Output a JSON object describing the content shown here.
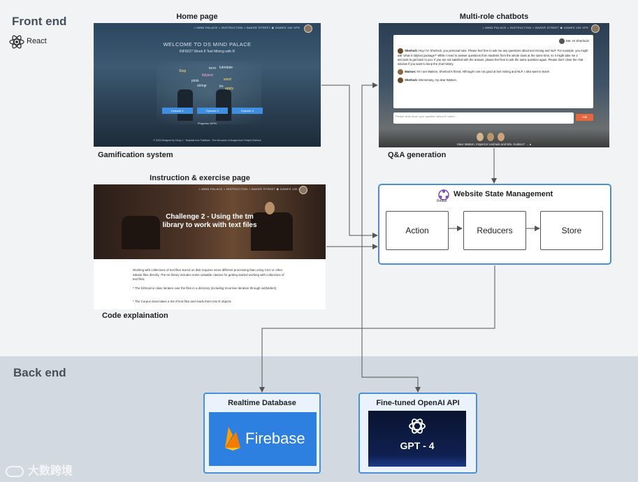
{
  "front": {
    "title": "Front end",
    "framework": "React"
  },
  "back": {
    "title": "Back end"
  },
  "home": {
    "caption": "Home page",
    "sublabel": "Gamification system",
    "nav": "⌂ MIND PALACE   ⌂ INSTRUCTION   ⌂ BAKER STREET     ◉ GAMES   100 XPS",
    "welcome": "WELCOME TO DS MIND PALACE",
    "subtitle": "INF6027 Week 8 Text Mining with R",
    "words": [
      "Stop",
      "term",
      "lubridate",
      "tidytext",
      "plots",
      "word",
      "stringr",
      "tm",
      "apply"
    ],
    "buttons": [
      "Episode 1",
      "Episode 2",
      "Episode 3"
    ],
    "progress": "Progress 100%",
    "footer": "© 2023 Designed by Group 1 · Template from Fabrikam · The full source of images from Freepik Sherlock"
  },
  "chat": {
    "caption": "Multi-role chatbots",
    "sublabel": "Q&A generation",
    "nav": "⌂ MIND PALACE   ⌂ INSTRUCTION   ⌂ BAKER STREET      ◉ GAMES   100 XPS",
    "me": "Me: Hi Sherlock!",
    "sherlock1_name": "Sherlock:",
    "sherlock1": "Hey! I'm Sherlock, you personal tutor. Please feel free to ask me any questions about text mining and NLP. For example, you might ask 'what is tidytext package?' While I need to answer questions from students from the whole class at the same time, so it might take me 2 seconds to get back to you. If you are not satisfied with the answer, please feel free to ask the same question again. Please don't close the chat window if you want to keep the chat history.",
    "watson_name": "Watson:",
    "watson": "Hi! I am Watson, Sherlock's friend. Although I am not good at text mining and NLP, I also want to learn!",
    "sherlock2_name": "Sherlock:",
    "sherlock2": "Elementary, my dear Watson.",
    "input_placeholder": "Please write down your question about R codes...",
    "ask": "Ask",
    "footer": "Have Watson, Inspector Lestrade and Mrs. Hudson? → ●"
  },
  "instruction": {
    "caption": "Instruction & exercise page",
    "sublabel": "Code explaination",
    "nav": "⌂ MIND PALACE   ⌂ INSTRUCTION   ⌂ BAKER STREET      ◉ GAMES   100 XPS",
    "challenge": "Challenge 2 - Using the tm library to work with text files",
    "para": "Working with collections of text files stored on disk requires some different processing than using CSV or other tabular files directly. The tm library includes some valuable classes for getting started working with collections of text files:",
    "bullet1": "* The DirSource class iterates over the files in a directory (including recursive iteration through subfolders)",
    "bullet2": "* The Corpus class takes a list of text files and reads them into R objects"
  },
  "state": {
    "title": "Website State Management",
    "redux": "Redux",
    "nodes": [
      "Action",
      "Reducers",
      "Store"
    ]
  },
  "services": {
    "db_title": "Realtime Database",
    "db_logo": "Firebase",
    "api_title": "Fine-tuned OpenAI API",
    "api_logo": "GPT - 4"
  },
  "watermark": "大数跨境",
  "colors": {
    "accent": "#4a90d9",
    "front_bg": "#f2f3f5",
    "back_bg": "#d3d9e0",
    "firebase_blue": "#2d7fe0",
    "gpt_bg": "#0c1733"
  },
  "icons": [
    "react-icon",
    "redux-icon",
    "firebase-icon",
    "openai-icon",
    "arrow-icon"
  ]
}
